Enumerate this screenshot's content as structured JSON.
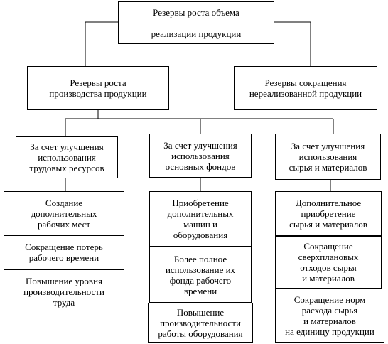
{
  "root": {
    "label": "Резервы роста объема\n\nреализации продукции"
  },
  "level1": [
    {
      "label": "Резервы роста\nпроизводства продукции"
    },
    {
      "label": "Резервы сокращения\nнереализованной продукции"
    }
  ],
  "level2": [
    {
      "label": "За счет улучшения\nиспользования\nтрудовых ресурсов"
    },
    {
      "label": "За счет улучшения\nиспользования\nосновных фондов"
    },
    {
      "label": "За счет улучшения\nиспользования\nсырья и материалов"
    }
  ],
  "col1": [
    {
      "label": "Создание\nдополнительных\nрабочих мест"
    },
    {
      "label": "Сокращение потерь\nрабочего времени"
    },
    {
      "label": "Повышение уровня\nпроизводительности\nтруда"
    }
  ],
  "col2": [
    {
      "label": "Приобретение\nдополнительных\nмашин и\nоборудования"
    },
    {
      "label": "Более полное\nиспользование их\nфонда рабочего\nвремени"
    },
    {
      "label": "Повышение\nпроизводительности\nработы оборудования"
    }
  ],
  "col3": [
    {
      "label": "Дополнительное\nприобретение\nсырья и материалов"
    },
    {
      "label": "Сокращение\nсверхплановых\nотходов сырья\nи материалов"
    },
    {
      "label": "Сокращение норм\nрасхода сырья\nи материалов\nна единицу продукции"
    }
  ]
}
